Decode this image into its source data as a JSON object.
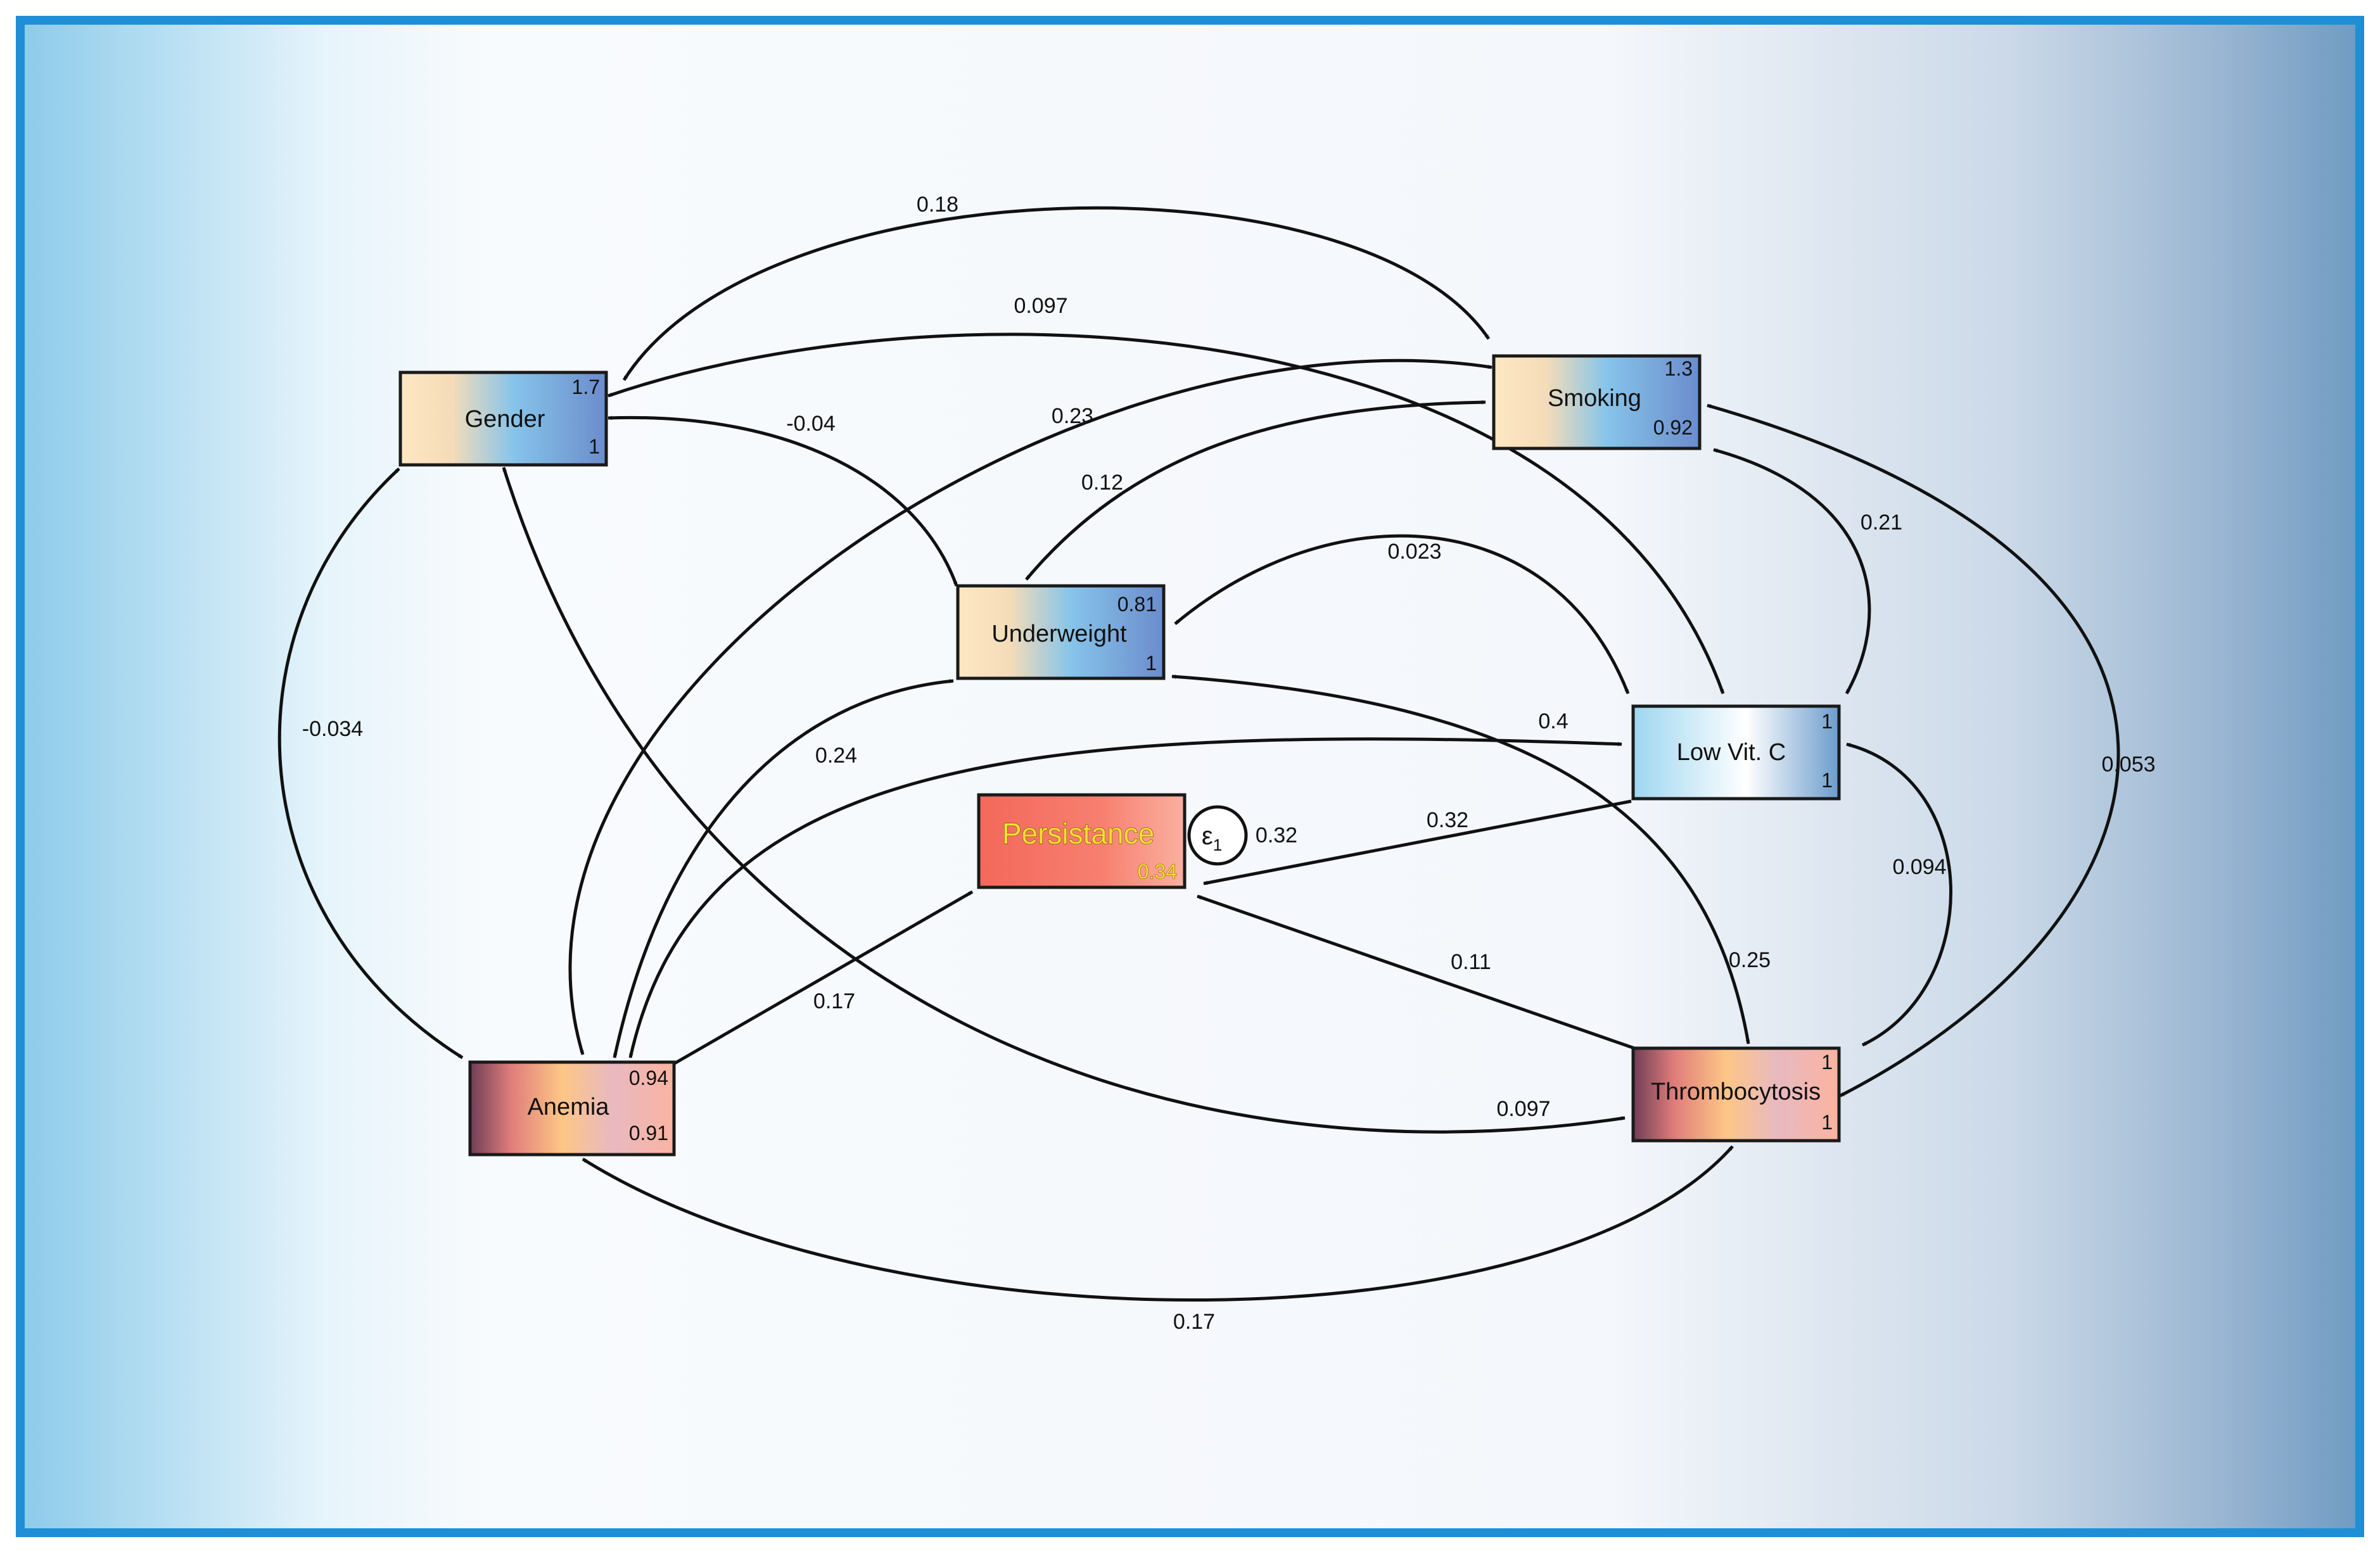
{
  "colors": {
    "frame": "#1e8fd6",
    "background_edge": "#8ecbe8",
    "background_right": "#6f9ec4",
    "outcome_box": "#f56a5a"
  },
  "nodes": {
    "gender": {
      "label": "Gender",
      "stat_top": "1.7",
      "stat_bottom": "1"
    },
    "smoking": {
      "label": "Smoking",
      "stat_top": "1.3",
      "stat_bottom": "0.92"
    },
    "underweight": {
      "label": "Underweight",
      "stat_top": "0.81",
      "stat_bottom": "1"
    },
    "lowvitc": {
      "label": "Low Vit. C",
      "stat_top": "1",
      "stat_bottom": "1"
    },
    "anemia": {
      "label": "Anemia",
      "stat_top": "0.94",
      "stat_bottom": "0.91"
    },
    "thrombocytosis": {
      "label": "Thrombocytosis",
      "stat_top": "1",
      "stat_bottom": "1"
    },
    "persistance": {
      "label": "Persistance",
      "stat": "0.34"
    }
  },
  "error_term": {
    "symbol": "ε",
    "subscript": "1",
    "value": "0.32"
  },
  "edges": {
    "gender_smoking": "0.18",
    "gender_lowvitc": "0.097",
    "gender_underweight": "-0.04",
    "anemia_smoking": "0.23",
    "underweight_smoking": "0.12",
    "underweight_lowvitc": "0.023",
    "smoking_lowvitc": "0.21",
    "gender_anemia": "-0.034",
    "smoking_thrombocytosis": "0.053",
    "anemia_underweight": "0.24",
    "anemia_lowvitc": "0.4",
    "lowvitc_persistance": "0.32",
    "lowvitc_thrombocytosis": "0.094",
    "thrombocytosis_persistance": "0.11",
    "underweight_thrombocytosis": "0.25",
    "anemia_persistance": "0.17",
    "gender_thrombocytosis": "0.097",
    "anemia_thrombocytosis": "0.17"
  }
}
